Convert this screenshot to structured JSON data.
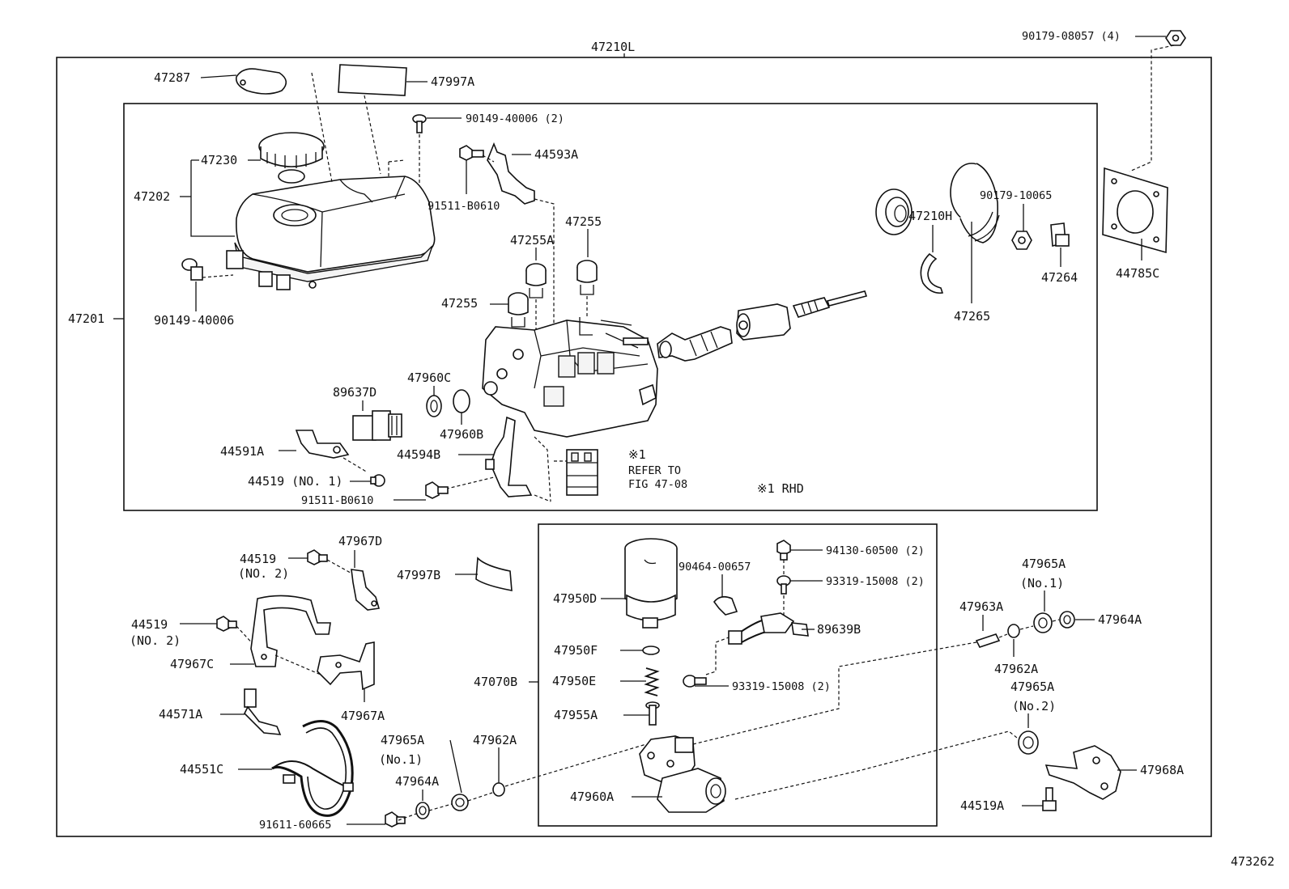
{
  "figure_number": "473262",
  "assembly_label": "47210L",
  "note": {
    "marker": "※1",
    "refer_line1": "REFER TO",
    "refer_line2": "FIG 47-08",
    "rhd": "※1 RHD"
  },
  "labels": {
    "p90179_08057": "90179-08057 (4)",
    "p47287": "47287",
    "p47997A": "47997A",
    "p90149_40006_2": "90149-40006 (2)",
    "p47230": "47230",
    "p47202": "47202",
    "p44593A": "44593A",
    "p91511_B0610_top": "91511-B0610",
    "p47255_right": "47255",
    "p47255A": "47255A",
    "p47210H": "47210H",
    "p90179_10065": "90179-10065",
    "p44785C": "44785C",
    "p47264": "47264",
    "p47265": "47265",
    "p90149_40006": "90149-40006",
    "p47201": "47201",
    "p47255_left": "47255",
    "p47960C": "47960C",
    "p89637D": "89637D",
    "p47960B": "47960B",
    "p44591A": "44591A",
    "p44594B": "44594B",
    "p44519_no1": "44519 (NO. 1)",
    "p91511_B0610_bot": "91511-B0610",
    "p44519_no2_top": "44519",
    "p44519_no2_top_sub": "(NO. 2)",
    "p47967D": "47967D",
    "p47997B": "47997B",
    "p44519_no2_mid": "44519",
    "p44519_no2_mid_sub": "(NO. 2)",
    "p47967C": "47967C",
    "p47967A": "47967A",
    "p44571A": "44571A",
    "p44551C": "44551C",
    "p91611_60665": "91611-60665",
    "p47965A_left": "47965A",
    "p47965A_left_sub": "(No.1)",
    "p47964A_left": "47964A",
    "p47962A_left": "47962A",
    "p47070B": "47070B",
    "p47950D": "47950D",
    "p90464_00657": "90464-00657",
    "p94130_60500": "94130-60500 (2)",
    "p93319_15008_top": "93319-15008 (2)",
    "p89639B": "89639B",
    "p47950F": "47950F",
    "p47950E": "47950E",
    "p93319_15008_bot": "93319-15008 (2)",
    "p47955A": "47955A",
    "p47960A": "47960A",
    "p47963A": "47963A",
    "p47965A_r1": "47965A",
    "p47965A_r1_sub": "(No.1)",
    "p47964A_right": "47964A",
    "p47962A_right": "47962A",
    "p47965A_r2": "47965A",
    "p47965A_r2_sub": "(No.2)",
    "p47968A": "47968A",
    "p44519A": "44519A"
  }
}
